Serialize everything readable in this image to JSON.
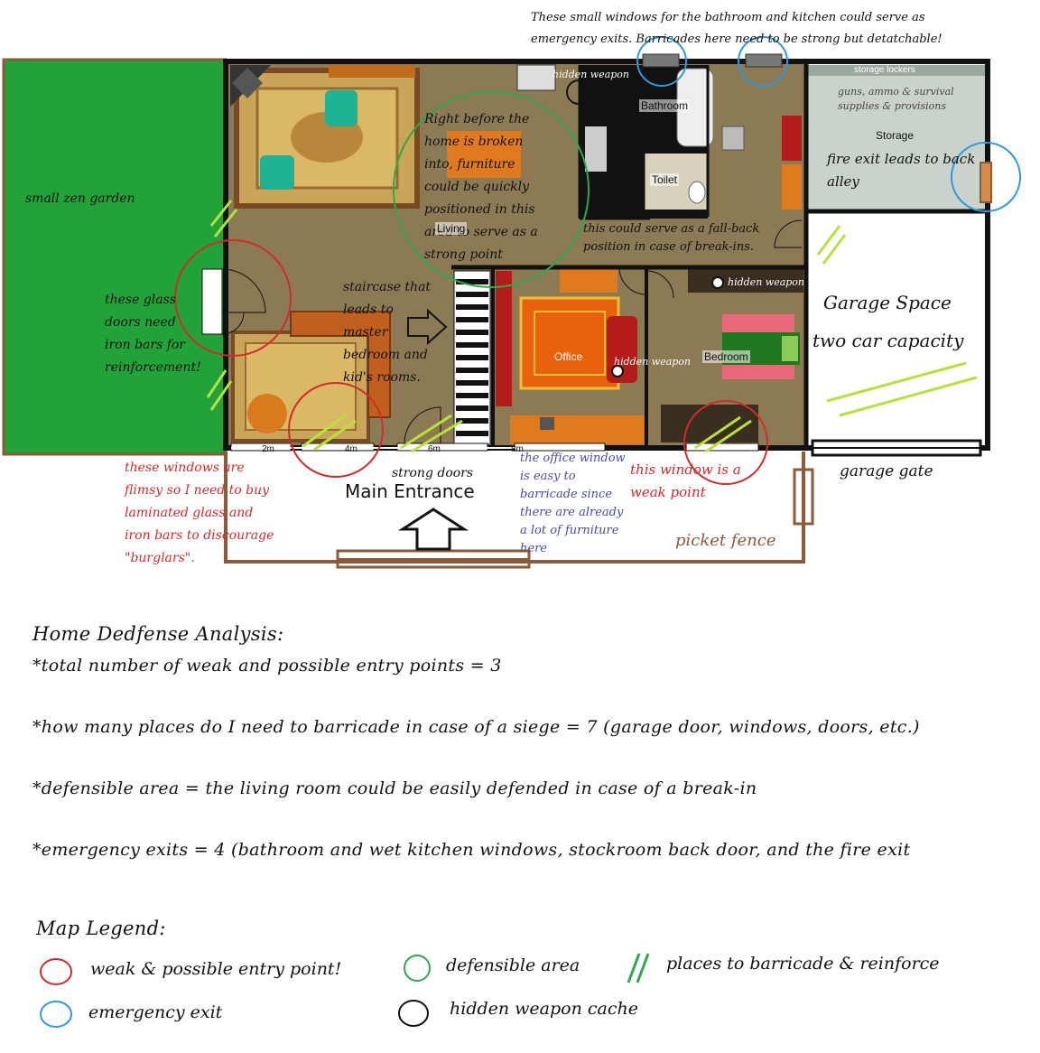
{
  "colors": {
    "weak_point": "#d42a2a",
    "defensible": "#2ea84a",
    "emergency_exit": "#2a9ad8",
    "hidden_weapon": "#111111",
    "barricade": "#b6e23a",
    "fence": "#8a5a3b",
    "garden": "#22a33a",
    "floor": "#8c7a55",
    "wall": "#111111",
    "storage_floor": "#c9d3cc"
  },
  "top_note": {
    "line1": "These small windows for the bathroom and kitchen could serve as",
    "line2": "emergency exits.  Barricades here need to be strong but detatchable!"
  },
  "rooms": {
    "bathroom": "Bathroom",
    "toilet": "Toilet",
    "storage": "Storage",
    "storage_lockers": "storage lockers",
    "office": "Office",
    "bedroom": "Bedroom",
    "living": "Living"
  },
  "hidden_weapon_labels": {
    "kitchen": "hidden weapon",
    "hall": "hidden weapon",
    "office": "hidden weapon"
  },
  "notes": {
    "garden": "small zen garden",
    "glass_doors": [
      "these glass",
      "doors need",
      "iron bars for",
      "reinforcement!"
    ],
    "living_strong_point": [
      "Right before the",
      "home is broken",
      "into, furniture",
      "could be quickly",
      "positioned in this",
      "area to serve as a",
      "strong point"
    ],
    "fallback": [
      "this could serve as a fall-back",
      "position in case of break-ins."
    ],
    "staircase": [
      "staircase that",
      "leads to",
      "master",
      "bedroom and",
      "kid's rooms."
    ],
    "storage_supplies": [
      "guns, ammo & survival",
      "supplies & provisions"
    ],
    "fire_exit": [
      "fire exit leads to back",
      "alley"
    ],
    "garage": [
      "Garage Space",
      "two car capacity"
    ],
    "flimsy_windows": [
      "these windows are",
      "flimsy so I need to buy",
      "laminated glass and",
      "iron bars to discourage",
      "\"burglars\"."
    ],
    "strong_doors": "strong doors",
    "main_entrance": "Main Entrance",
    "office_window": [
      "the office window",
      "is easy to",
      "barricade since",
      "there are already",
      "a lot of furniture",
      "here"
    ],
    "weak_window": [
      "this window is a",
      "weak point"
    ],
    "garage_gate": "garage gate",
    "picket_fence": "picket fence"
  },
  "scale_marks": [
    "2m",
    "4m",
    "6m",
    "8m"
  ],
  "analysis": {
    "title": "Home Dedfense Analysis:",
    "line1": "*total number of weak and possible entry points = 3",
    "line2": "*how many places do I need to barricade in case of a siege = 7 (garage door, windows, doors, etc.)",
    "line3": "*defensible area = the living room could be easily defended in case of a break-in",
    "line4": "*emergency exits = 4 (bathroom and wet kitchen windows, stockroom back door, and the fire exit"
  },
  "legend": {
    "title": "Map Legend:",
    "weak": "weak & possible entry point!",
    "defensible": "defensible area",
    "barricade": "places to barricade & reinforce",
    "exit": "emergency exit",
    "weapon": "hidden weapon cache"
  }
}
